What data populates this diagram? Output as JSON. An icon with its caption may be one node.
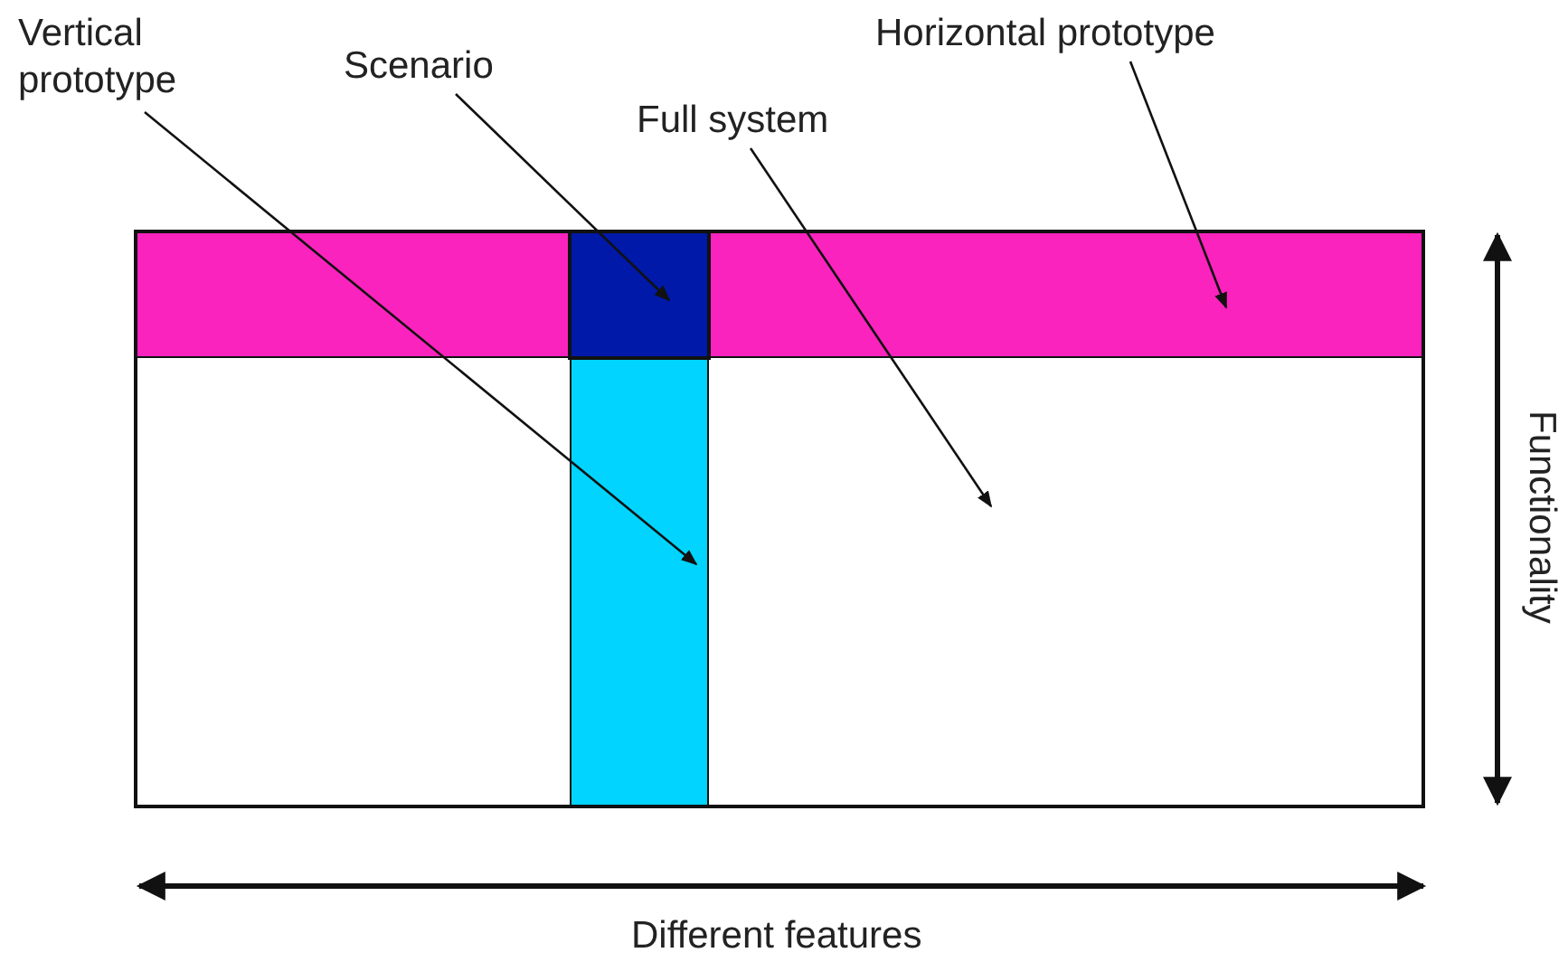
{
  "diagram": {
    "nodes": [
      {
        "text": [
          "Vertical prototype"
        ]
      },
      {
        "text": [
          "Scenario"
        ]
      },
      {
        "text": [
          "Full system"
        ]
      },
      {
        "text": [
          "Horizontal prototype"
        ]
      },
      {
        "text": [],
        "shape": "box"
      },
      {
        "text": [],
        "shape": "bar",
        "in": 4
      },
      {
        "text": [],
        "shape": "bar",
        "in": 4
      },
      {
        "text": [],
        "shape": "box",
        "in": 5
      }
    ],
    "edges": [
      {
        "from": 0,
        "to": 6,
        "arrow": "to"
      },
      {
        "from": 1,
        "to": 7,
        "arrow": "to"
      },
      {
        "from": 2,
        "to": 4,
        "arrow": "to"
      },
      {
        "from": 3,
        "to": 5,
        "arrow": "to"
      }
    ],
    "labels": [
      "Functionality",
      "Different features"
    ]
  }
}
